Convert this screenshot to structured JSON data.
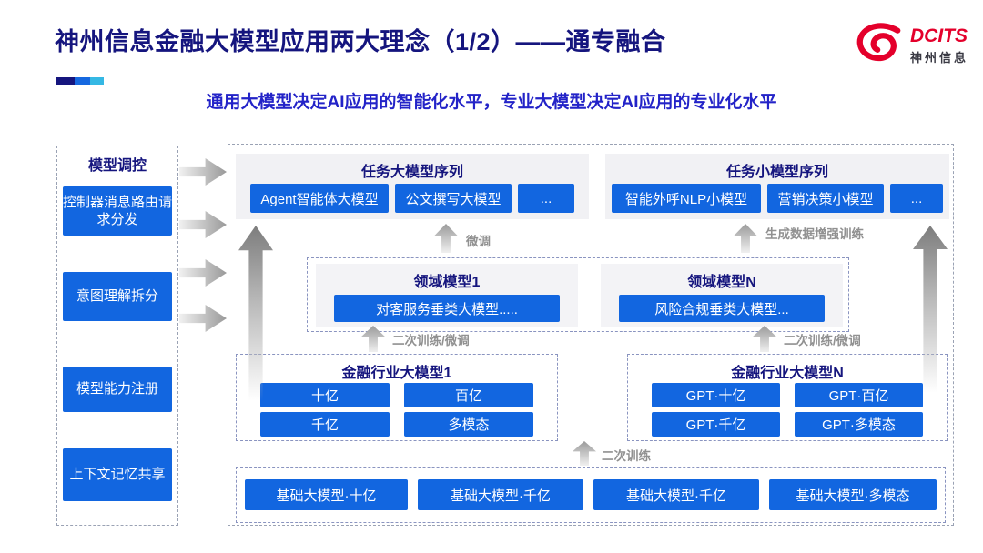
{
  "page": {
    "title": "神州信息金融大模型应用两大理念（1/2）——通专融合",
    "subtitle": "通用大模型决定AI应用的智能化水平，专业大模型决定AI应用的专业化水平"
  },
  "logo": {
    "brand": "DCITS",
    "brand_cn": "神州信息"
  },
  "colors": {
    "title_navy": "#15157e",
    "subtitle_blue": "#2323c8",
    "chip_blue": "#1266e0",
    "logo_red": "#e4002b",
    "accent_cyan": "#35b8e4",
    "arrow_gray": "#999999"
  },
  "sidebar": {
    "title": "模型调控",
    "items": [
      {
        "label": "控制器消息路由请求分发"
      },
      {
        "label": "意图理解拆分"
      },
      {
        "label": "模型能力注册"
      },
      {
        "label": "上下文记忆共享"
      }
    ]
  },
  "main": {
    "task_large": {
      "title": "任务大模型序列",
      "items": [
        "Agent智能体大模型",
        "公文撰写大模型",
        "..."
      ]
    },
    "task_small": {
      "title": "任务小模型序列",
      "items": [
        "智能外呼NLP小模型",
        "营销决策小模型",
        "..."
      ]
    },
    "arrow_labels": {
      "fine_tune": "微调",
      "gen_data": "生成数据增强训练",
      "secondary_left": "二次训练/微调",
      "secondary_right": "二次训练/微调",
      "secondary_bottom": "二次训练"
    },
    "domain_models": [
      {
        "title": "领域模型1",
        "item": "对客服务垂类大模型....."
      },
      {
        "title": "领域模型N",
        "item": "风险合规垂类大模型..."
      }
    ],
    "industry_models": [
      {
        "title": "金融行业大模型1",
        "items": [
          "十亿",
          "百亿",
          "千亿",
          "多模态"
        ]
      },
      {
        "title": "金融行业大模型N",
        "items": [
          "GPT·十亿",
          "GPT·百亿",
          "GPT·千亿",
          "GPT·多模态"
        ]
      }
    ],
    "base_models": [
      "基础大模型·十亿",
      "基础大模型·千亿",
      "基础大模型·千亿",
      "基础大模型·多模态"
    ]
  }
}
